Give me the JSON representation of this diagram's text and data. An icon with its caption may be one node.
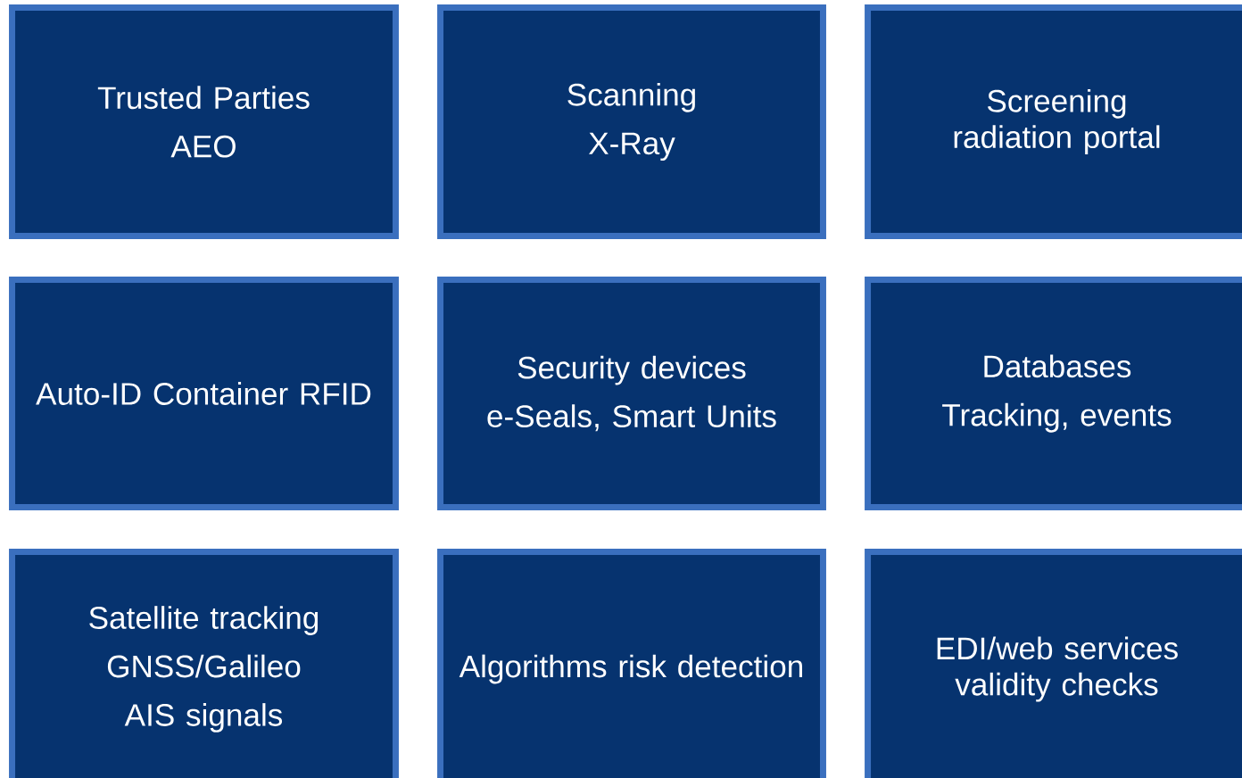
{
  "diagram": {
    "nodes": [
      {
        "text": [
          "Trusted Parties",
          "AEO"
        ]
      },
      {
        "text": [
          "Scanning",
          "X-Ray"
        ]
      },
      {
        "text": [
          "Screening radiation portal"
        ]
      },
      {
        "text": [
          "Auto-ID Container RFID"
        ]
      },
      {
        "text": [
          "Security devices",
          "e-Seals, Smart Units"
        ]
      },
      {
        "text": [
          "Databases",
          "Tracking, events"
        ]
      },
      {
        "text": [
          "Satellite tracking",
          "GNSS/Galileo",
          "AIS signals"
        ]
      },
      {
        "text": [
          "Algorithms risk detection"
        ]
      },
      {
        "text": [
          "EDI/web services validity checks"
        ]
      }
    ]
  }
}
